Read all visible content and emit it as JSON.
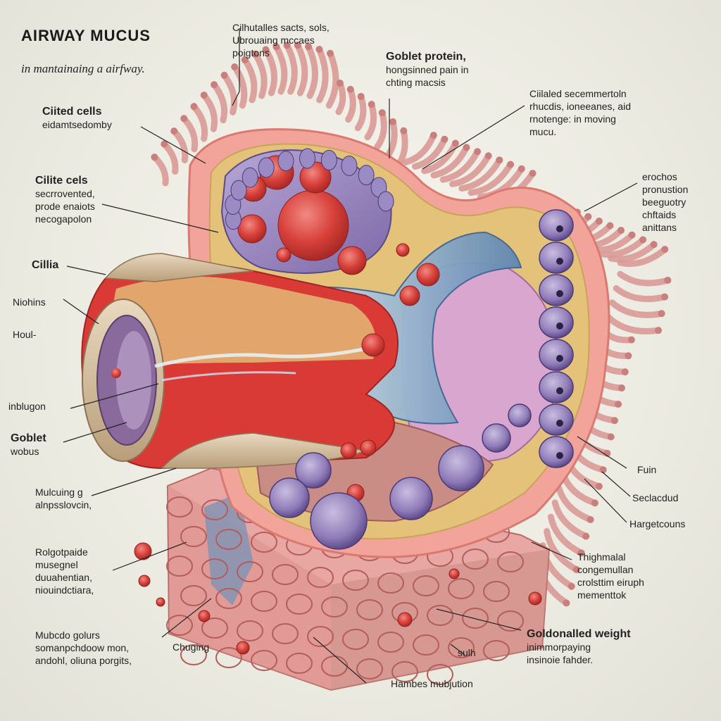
{
  "title": "AIRWAY MUCUS",
  "subtitle": "in mantainaing a airfway.",
  "colors": {
    "outer_membrane": "#f2a49a",
    "muscle_red": "#d93a35",
    "connective_gold": "#e4c27a",
    "lumen_blue": "#8fb7d6",
    "cell_purple": "#8f7bb8",
    "cilia_pink": "#d99a96",
    "particle_red": "#d8403a",
    "tissue_pink": "#e9a7a4",
    "tube_tan": "#d8c2a2"
  },
  "labels": {
    "top_center": [
      "Cilhutalles sacts, sols,",
      "Ubrouaing mccaes",
      "poigtons"
    ],
    "goblet_protein": [
      "Goblet protein,",
      "hongsinned pain in",
      "chting macsis"
    ],
    "cilialed_secretion": [
      "Ciilaled secemmertoln",
      "rhucdis, ioneeanes, aid",
      "rnotenge: in moving",
      "mucu."
    ],
    "ciited_cells": [
      "Ciited cells",
      "eidamtsedomby"
    ],
    "cilite_cels": [
      "Cilite cels",
      "secrrovented,",
      "prode enaiots",
      "necogapolon"
    ],
    "cillia": [
      "Cillia"
    ],
    "niohins": [
      "Niohins"
    ],
    "houl": [
      "Houl-"
    ],
    "inblugon": [
      "inblugon"
    ],
    "goblet_wobus": [
      "Goblet",
      "wobus"
    ],
    "mulcuing": [
      "Mulcuing g",
      "alnpsslovcin,"
    ],
    "rolgotpaide": [
      "Rolgotpaide",
      "musegnel",
      "duuahentian,",
      "niouindctiara,"
    ],
    "mubcdo_golurs": [
      "Mubcdo golurs",
      "somanpchdoow mon,",
      "andohl, oliuna porgits,"
    ],
    "chuging": [
      "Chuging"
    ],
    "hambes": [
      "Hambes mubjution"
    ],
    "sulh": [
      "sulh"
    ],
    "goldonalled": [
      "Goldonalled weight",
      "inimmorpaying",
      "insinoie fahder."
    ],
    "thighmalal": [
      "Thighmalal",
      "congemullan",
      "crolsttim eiruph",
      "mementtok"
    ],
    "hargetcouns": [
      "Hargetcouns"
    ],
    "seclacdud": [
      "Seclacdud"
    ],
    "fuin": [
      "Fuin"
    ],
    "erochos": [
      "erochos",
      "pronustion",
      "beeguotry",
      "chftaids",
      "anittans"
    ]
  }
}
